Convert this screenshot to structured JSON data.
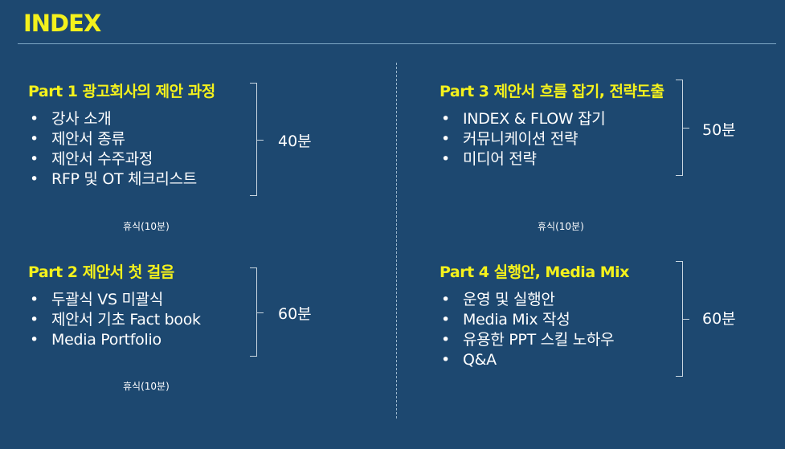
{
  "page": {
    "title": "INDEX"
  },
  "sections": [
    {
      "title": "Part 1 광고회사의 제안 과정",
      "items": [
        "강사 소개",
        "제안서 종류",
        "제안서 수주과정",
        "RFP 및 OT 체크리스트"
      ],
      "duration": "40분"
    },
    {
      "title": "Part 2 제안서 첫 걸음",
      "items": [
        "두괄식 VS 미괄식",
        "제안서 기초 Fact book",
        "Media Portfolio"
      ],
      "duration": "60분"
    },
    {
      "title": "Part 3 제안서 흐름 잡기, 전략도출",
      "items": [
        "INDEX & FLOW 잡기",
        "커뮤니케이션 전략",
        "미디어 전략"
      ],
      "duration": "50분"
    },
    {
      "title": "Part 4 실행안, Media Mix",
      "items": [
        "운영 및 실행안",
        "Media Mix 작성",
        "유용한 PPT 스킬 노하우",
        "Q&A"
      ],
      "duration": "60분"
    }
  ],
  "breaks": [
    "휴식(10분)",
    "휴식(10분)",
    "휴식(10분)"
  ],
  "colors": {
    "background": "#1d4870",
    "accent": "#f4f11c",
    "text": "#ffffff"
  }
}
